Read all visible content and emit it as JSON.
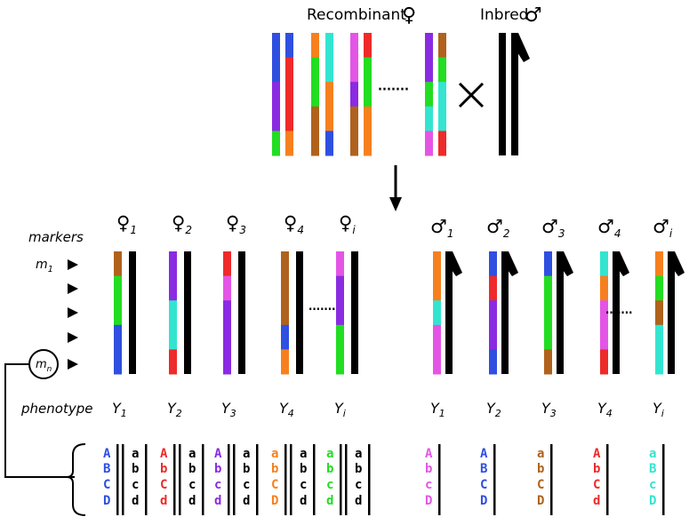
{
  "palette": {
    "blue": "#2f4fe0",
    "red": "#ee2a2a",
    "green": "#22dd22",
    "purple": "#8a2be2",
    "orange": "#f7801e",
    "cyan": "#33e5d0",
    "magenta": "#e455e6",
    "brown": "#b0621c",
    "black": "#000000"
  },
  "header": {
    "recombinant_label": "Recombinant",
    "inbred_label": "Inbred",
    "female_symbol": "♀",
    "male_symbol": "♂",
    "cross_symbol": "×",
    "ellipsis": "·······"
  },
  "parent_chromosomes": [
    [
      "blue",
      "blue",
      "purple",
      "purple",
      "green"
    ],
    [
      "blue",
      "red",
      "red",
      "red",
      "orange"
    ],
    [
      "orange",
      "green",
      "green",
      "brown",
      "brown"
    ],
    [
      "cyan",
      "cyan",
      "orange",
      "orange",
      "blue"
    ],
    [
      "magenta",
      "magenta",
      "purple",
      "brown",
      "brown"
    ],
    [
      "red",
      "green",
      "green",
      "orange",
      "orange"
    ],
    [
      "purple",
      "purple",
      "green",
      "cyan",
      "magenta"
    ],
    [
      "brown",
      "green",
      "cyan",
      "cyan",
      "red"
    ]
  ],
  "rows": {
    "markers_label": "markers",
    "phenotype_label": "phenotype",
    "first_marker": "m",
    "first_marker_sub": "1",
    "last_marker": "m",
    "last_marker_sub": "n"
  },
  "females": [
    {
      "sub": "1",
      "segments": [
        "brown",
        "green",
        "green",
        "blue",
        "blue"
      ],
      "Y": "Y",
      "Ysub": "1"
    },
    {
      "sub": "2",
      "segments": [
        "purple",
        "purple",
        "cyan",
        "cyan",
        "red"
      ],
      "Y": "Y",
      "Ysub": "2"
    },
    {
      "sub": "3",
      "segments": [
        "red",
        "magenta",
        "purple",
        "purple",
        "purple"
      ],
      "Y": "Y",
      "Ysub": "3"
    },
    {
      "sub": "4",
      "segments": [
        "brown",
        "brown",
        "brown",
        "blue",
        "orange"
      ],
      "Y": "Y",
      "Ysub": "4"
    },
    {
      "sub": "i",
      "segments": [
        "magenta",
        "purple",
        "purple",
        "green",
        "green"
      ],
      "Y": "Y",
      "Ysub": "i"
    }
  ],
  "males": [
    {
      "sub": "1",
      "segments": [
        "orange",
        "orange",
        "cyan",
        "magenta",
        "magenta"
      ],
      "Y": "Y",
      "Ysub": "1"
    },
    {
      "sub": "2",
      "segments": [
        "blue",
        "red",
        "purple",
        "purple",
        "blue"
      ],
      "Y": "Y",
      "Ysub": "2"
    },
    {
      "sub": "3",
      "segments": [
        "blue",
        "green",
        "green",
        "green",
        "brown"
      ],
      "Y": "Y",
      "Ysub": "3"
    },
    {
      "sub": "4",
      "segments": [
        "cyan",
        "orange",
        "magenta",
        "magenta",
        "red"
      ],
      "Y": "Y",
      "Ysub": "4"
    },
    {
      "sub": "i",
      "segments": [
        "orange",
        "green",
        "brown",
        "cyan",
        "cyan"
      ],
      "Y": "Y",
      "Ysub": "i"
    }
  ],
  "genotypes": {
    "females": [
      [
        {
          "t": "A",
          "c": "blue"
        },
        {
          "t": "B",
          "c": "blue"
        },
        {
          "t": "C",
          "c": "blue"
        },
        {
          "t": "D",
          "c": "blue"
        }
      ],
      [
        {
          "t": "A",
          "c": "red"
        },
        {
          "t": "b",
          "c": "red"
        },
        {
          "t": "C",
          "c": "red"
        },
        {
          "t": "d",
          "c": "red"
        }
      ],
      [
        {
          "t": "A",
          "c": "purple"
        },
        {
          "t": "b",
          "c": "purple"
        },
        {
          "t": "c",
          "c": "purple"
        },
        {
          "t": "d",
          "c": "purple"
        }
      ],
      [
        {
          "t": "a",
          "c": "orange"
        },
        {
          "t": "b",
          "c": "orange"
        },
        {
          "t": "C",
          "c": "orange"
        },
        {
          "t": "D",
          "c": "orange"
        }
      ],
      [
        {
          "t": "a",
          "c": "green"
        },
        {
          "t": "b",
          "c": "green"
        },
        {
          "t": "c",
          "c": "green"
        },
        {
          "t": "d",
          "c": "green"
        }
      ]
    ],
    "female_inbred": [
      "a",
      "b",
      "c",
      "d"
    ],
    "males": [
      [
        {
          "t": "A",
          "c": "magenta"
        },
        {
          "t": "b",
          "c": "magenta"
        },
        {
          "t": "c",
          "c": "magenta"
        },
        {
          "t": "D",
          "c": "magenta"
        }
      ],
      [
        {
          "t": "A",
          "c": "blue"
        },
        {
          "t": "B",
          "c": "blue"
        },
        {
          "t": "C",
          "c": "blue"
        },
        {
          "t": "D",
          "c": "blue"
        }
      ],
      [
        {
          "t": "a",
          "c": "brown"
        },
        {
          "t": "b",
          "c": "brown"
        },
        {
          "t": "C",
          "c": "brown"
        },
        {
          "t": "D",
          "c": "brown"
        }
      ],
      [
        {
          "t": "A",
          "c": "red"
        },
        {
          "t": "b",
          "c": "red"
        },
        {
          "t": "C",
          "c": "red"
        },
        {
          "t": "d",
          "c": "red"
        }
      ],
      [
        {
          "t": "a",
          "c": "cyan"
        },
        {
          "t": "B",
          "c": "cyan"
        },
        {
          "t": "c",
          "c": "cyan"
        },
        {
          "t": "D",
          "c": "cyan"
        }
      ]
    ]
  }
}
